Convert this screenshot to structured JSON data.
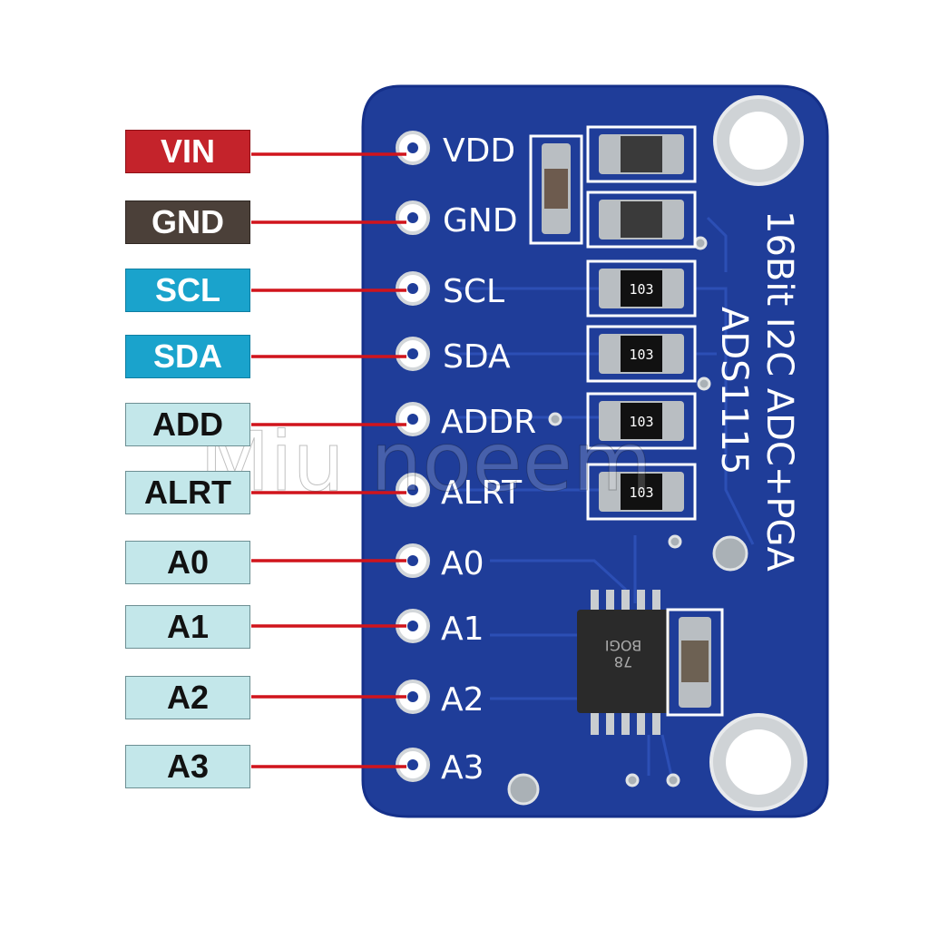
{
  "labels": [
    {
      "id": "vin",
      "text": "VIN",
      "kind": "power"
    },
    {
      "id": "gnd",
      "text": "GND",
      "kind": "ground"
    },
    {
      "id": "scl",
      "text": "SCL",
      "kind": "bus"
    },
    {
      "id": "sda",
      "text": "SDA",
      "kind": "bus"
    },
    {
      "id": "add",
      "text": "ADD",
      "kind": "io"
    },
    {
      "id": "alrt",
      "text": "ALRT",
      "kind": "io"
    },
    {
      "id": "a0",
      "text": "A0",
      "kind": "io"
    },
    {
      "id": "a1",
      "text": "A1",
      "kind": "io"
    },
    {
      "id": "a2",
      "text": "A2",
      "kind": "io"
    },
    {
      "id": "a3",
      "text": "A3",
      "kind": "io"
    }
  ],
  "board": {
    "pin_labels": [
      "VDD",
      "GND",
      "SCL",
      "SDA",
      "ADDR",
      "ALRT",
      "A0",
      "A1",
      "A2",
      "A3"
    ],
    "title_line1": "16Bit I2C ADC+PGA",
    "title_line2": "ADS1115",
    "resistor_codes": [
      "103",
      "103",
      "103",
      "103"
    ],
    "chip_marking_line1": "78",
    "chip_marking_line2": "BOGI"
  },
  "watermark": "Miu           noeem",
  "colors": {
    "board": "#1f3d99",
    "board_edge": "#15308a",
    "leader_line": "#d0141c",
    "power": "#c4232b",
    "ground": "#4b4039",
    "bus": "#1aa3cc",
    "io": "#c3e7ea"
  }
}
